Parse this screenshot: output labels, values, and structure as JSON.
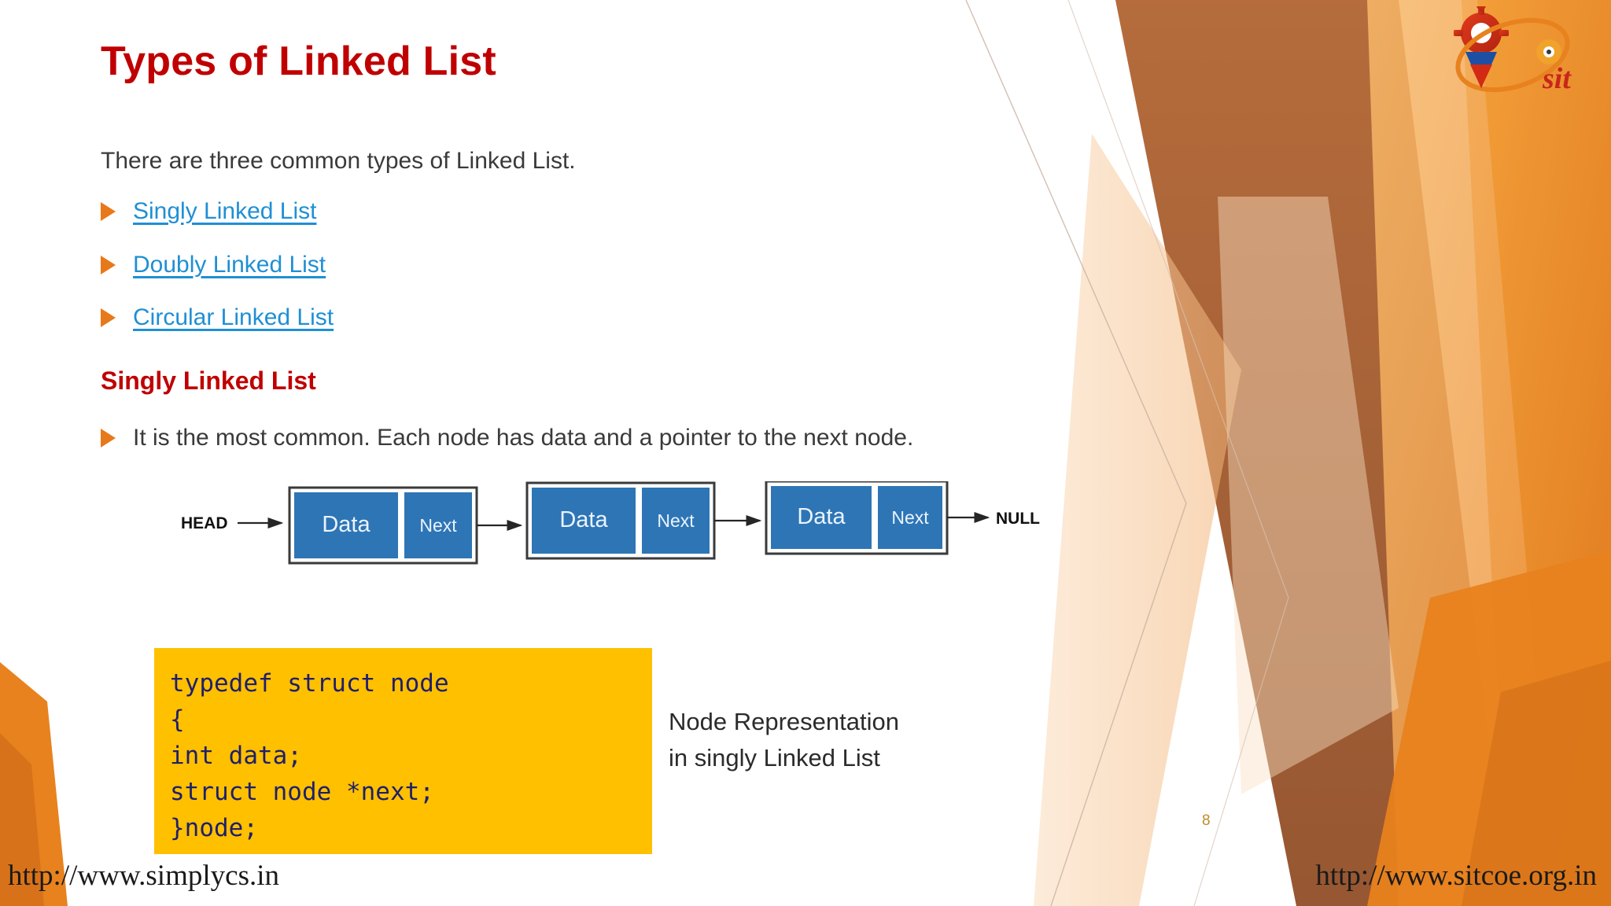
{
  "slide": {
    "title": "Types of Linked List",
    "intro": "There are three common types of Linked List.",
    "links": [
      {
        "label": "Singly Linked List"
      },
      {
        "label": "Doubly Linked List"
      },
      {
        "label": "Circular Linked List"
      }
    ],
    "sub_head": "Singly Linked List",
    "description": "It is the most common. Each node has data and a pointer to the next node.",
    "page_number": "8"
  },
  "diagram": {
    "head_label": "HEAD",
    "null_label": "NULL",
    "nodes": [
      {
        "data_label": "Data",
        "next_label": "Next"
      },
      {
        "data_label": "Data",
        "next_label": "Next"
      },
      {
        "data_label": "Data",
        "next_label": "Next"
      }
    ],
    "node_fill": "#2E75B6",
    "node_text_color": "#EAF4FC",
    "arrow_color": "#262626"
  },
  "code": {
    "background": "#FFC000",
    "text_color": "#1F1F6B",
    "lines": [
      "typedef struct node",
      "{",
      "int data;",
      "struct node *next;",
      "}node;"
    ]
  },
  "caption": {
    "line1": "Node Representation",
    "line2": "in singly Linked List"
  },
  "footer": {
    "left_url": "http://www.simplycs.in",
    "right_url": "http://www.sitcoe.org.in"
  },
  "logo": {
    "name": "sit-logo",
    "wordmark": "sit"
  },
  "colors": {
    "title_red": "#C00000",
    "link_blue": "#1F8FD4",
    "bullet_orange": "#E8791A",
    "accent_orange": "#F59B1E",
    "accent_brown": "#B5662F"
  }
}
